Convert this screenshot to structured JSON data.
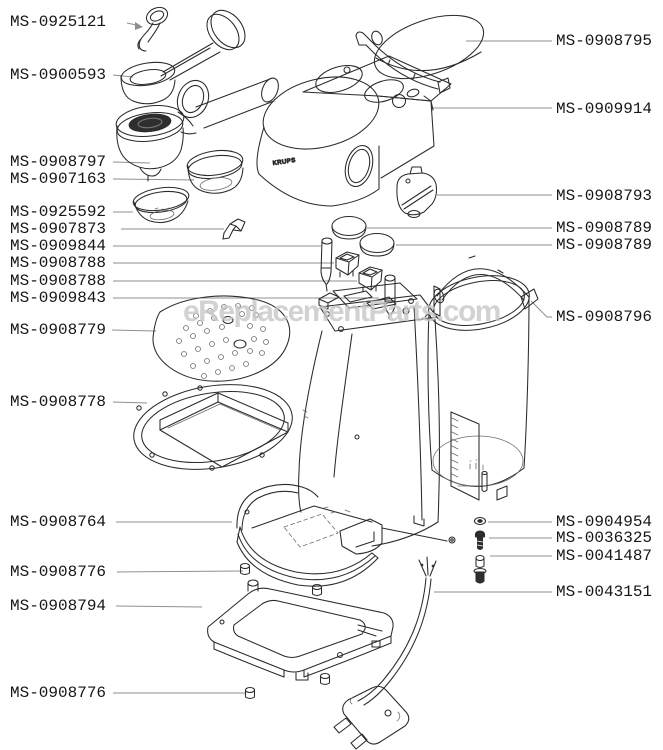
{
  "diagram": {
    "watermark": "eReplacementParts.com",
    "brand_text": "KRUPS",
    "line_color": "#8f8f8f",
    "ink_color": "#2a2a2a",
    "labels_left": [
      "MS-0925121",
      "MS-0900593",
      "MS-0908797",
      "MS-0907163",
      "MS-0925592",
      "MS-0907873",
      "MS-0909844",
      "MS-0908788",
      "MS-0908788",
      "MS-0909843",
      "MS-0908779",
      "MS-0908778",
      "MS-0908764",
      "MS-0908776",
      "MS-0908794",
      "MS-0908776"
    ],
    "labels_right": [
      "MS-0908795",
      "MS-0909914",
      "MS-0908793",
      "MS-0908789",
      "MS-0908789",
      "MS-0908796",
      "MS-0904954",
      "MS-0036325",
      "MS-0041487",
      "MS-0043151"
    ]
  }
}
